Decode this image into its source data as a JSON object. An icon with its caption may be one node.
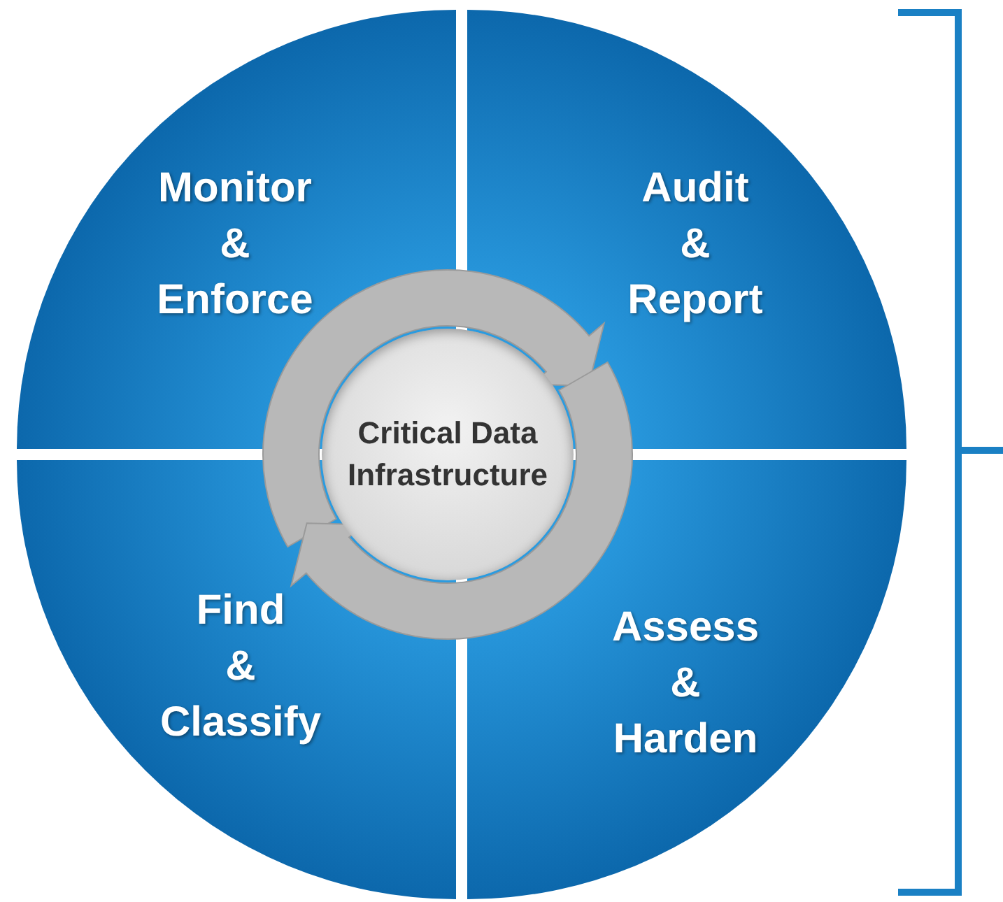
{
  "diagram": {
    "nodes": [
      {
        "text": [
          "Monitor & Enforce"
        ]
      },
      {
        "text": [
          "Audit & Report"
        ]
      },
      {
        "text": [
          "Critical Data Infrastructure"
        ]
      },
      {
        "text": [
          "Find & Classify"
        ]
      },
      {
        "text": [
          "Assess & Harden"
        ]
      }
    ],
    "edges": []
  }
}
